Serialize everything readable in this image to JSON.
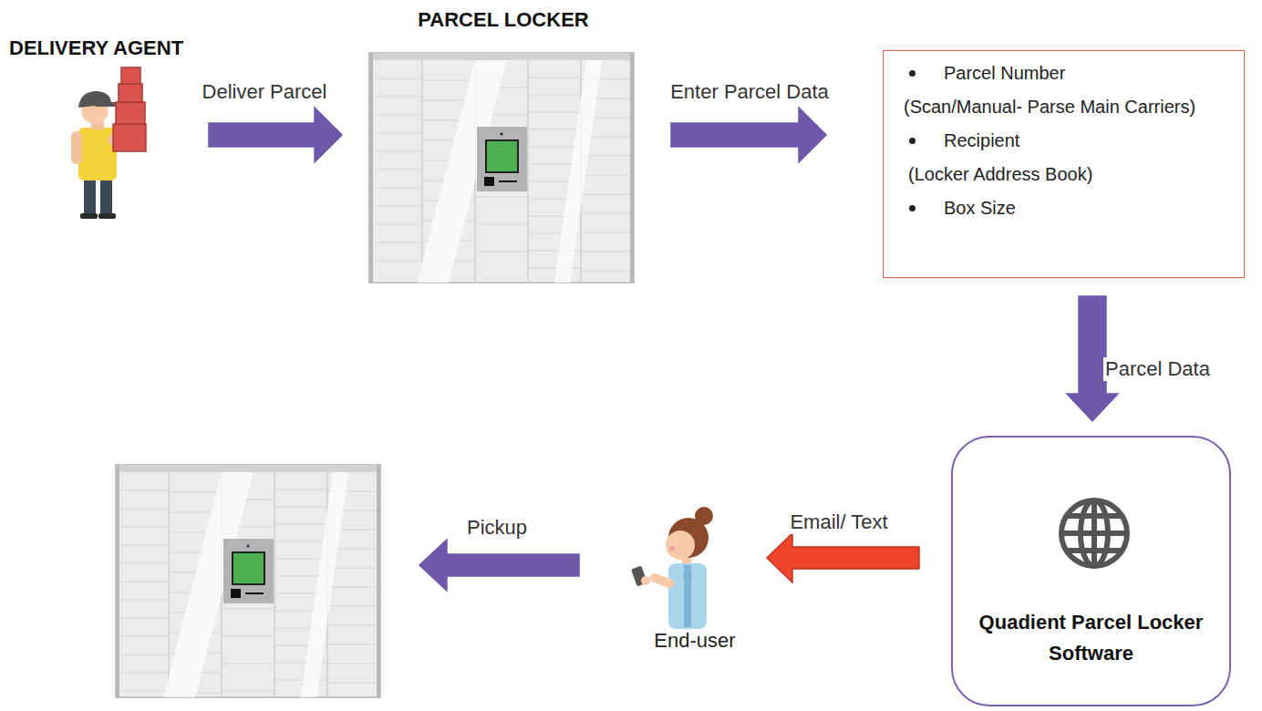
{
  "diagram": {
    "nodes": [
      {
        "text": [
          "DELIVERY AGENT"
        ]
      },
      {
        "text": [
          "PARCEL LOCKER"
        ]
      },
      {
        "text": [
          "Parcel Number",
          "(Scan/Manual- Parse Main Carriers)",
          "Recipient",
          "(Locker Address Book)",
          "Box Size"
        ]
      },
      {
        "text": [
          "Quadient Parcel Locker Software"
        ]
      },
      {
        "text": [
          "End-user"
        ]
      },
      {
        "text": []
      }
    ],
    "edges": [
      {
        "from": 0,
        "to": 1,
        "arrow": "to",
        "label": "Deliver Parcel"
      },
      {
        "from": 1,
        "to": 2,
        "arrow": "to",
        "label": "Enter Parcel Data"
      },
      {
        "from": 2,
        "to": 3,
        "arrow": "to",
        "label": "Parcel Data"
      },
      {
        "from": 3,
        "to": 4,
        "arrow": "to",
        "label": "Email/ Text"
      },
      {
        "from": 4,
        "to": 5,
        "arrow": "to",
        "label": "Pickup"
      }
    ]
  }
}
